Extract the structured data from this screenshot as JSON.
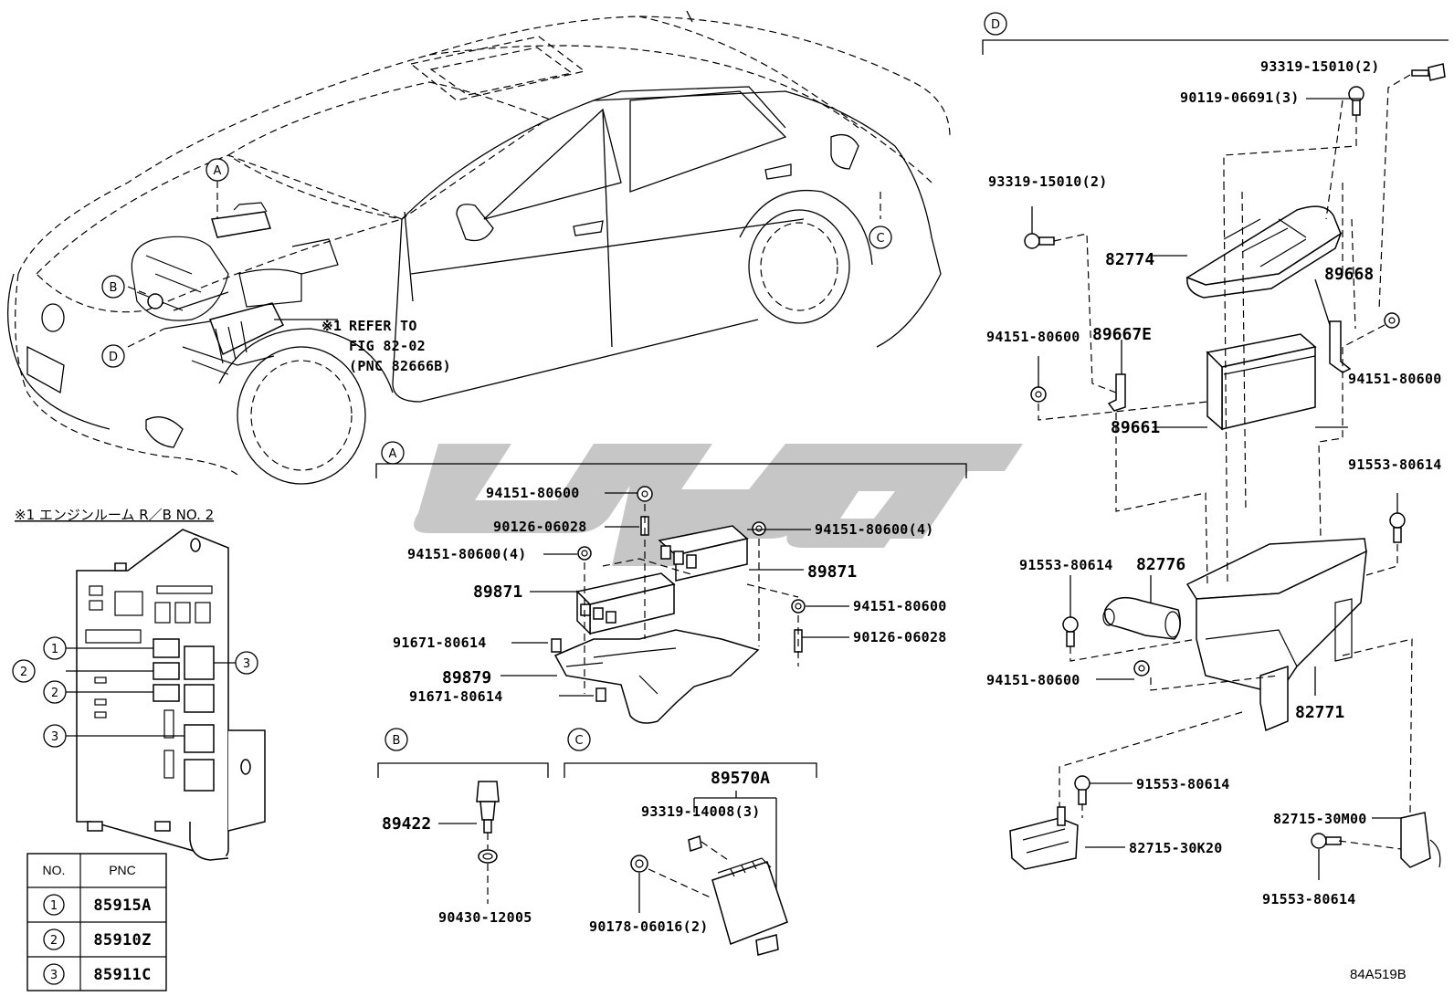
{
  "callouts": [
    "A",
    "B",
    "C",
    "D"
  ],
  "refer_note": {
    "mark": "※1",
    "lines": [
      "REFER TO",
      "FIG 82-02",
      "(PNC 82666B)"
    ]
  },
  "relay_block": {
    "caption": "※1 エンジンルーム R／B NO. 2",
    "circle_labels": [
      "1",
      "2",
      "2",
      "3",
      "3"
    ]
  },
  "pnc_table": {
    "headers": [
      "NO.",
      "PNC"
    ],
    "rows": [
      {
        "no": "1",
        "pnc": "85915A"
      },
      {
        "no": "2",
        "pnc": "85910Z"
      },
      {
        "no": "3",
        "pnc": "85911C"
      }
    ]
  },
  "section_a": {
    "label": "A",
    "parts": [
      "94151-80600",
      "90126-06028",
      "94151-80600(4)",
      "94151-80600(4)",
      "89871",
      "89871",
      "94151-80600",
      "91671-80614",
      "90126-06028",
      "89879",
      "91671-80614"
    ]
  },
  "section_b": {
    "label": "B",
    "parts": [
      "89422",
      "90430-12005"
    ]
  },
  "section_c": {
    "label": "C",
    "parts": [
      "89570A",
      "93319-14008(3)",
      "90178-06016(2)"
    ]
  },
  "section_d": {
    "label": "D",
    "parts": [
      "93319-15010(2)",
      "90119-06691(3)",
      "93319-15010(2)",
      "82774",
      "89668",
      "94151-80600",
      "89667E",
      "94151-80600",
      "89661",
      "91553-80614",
      "91553-80614",
      "82776",
      "94151-80600",
      "82771",
      "91553-80614",
      "82715-30K20",
      "82715-30M00",
      "91553-80614"
    ]
  },
  "figure_code": "84A519B"
}
